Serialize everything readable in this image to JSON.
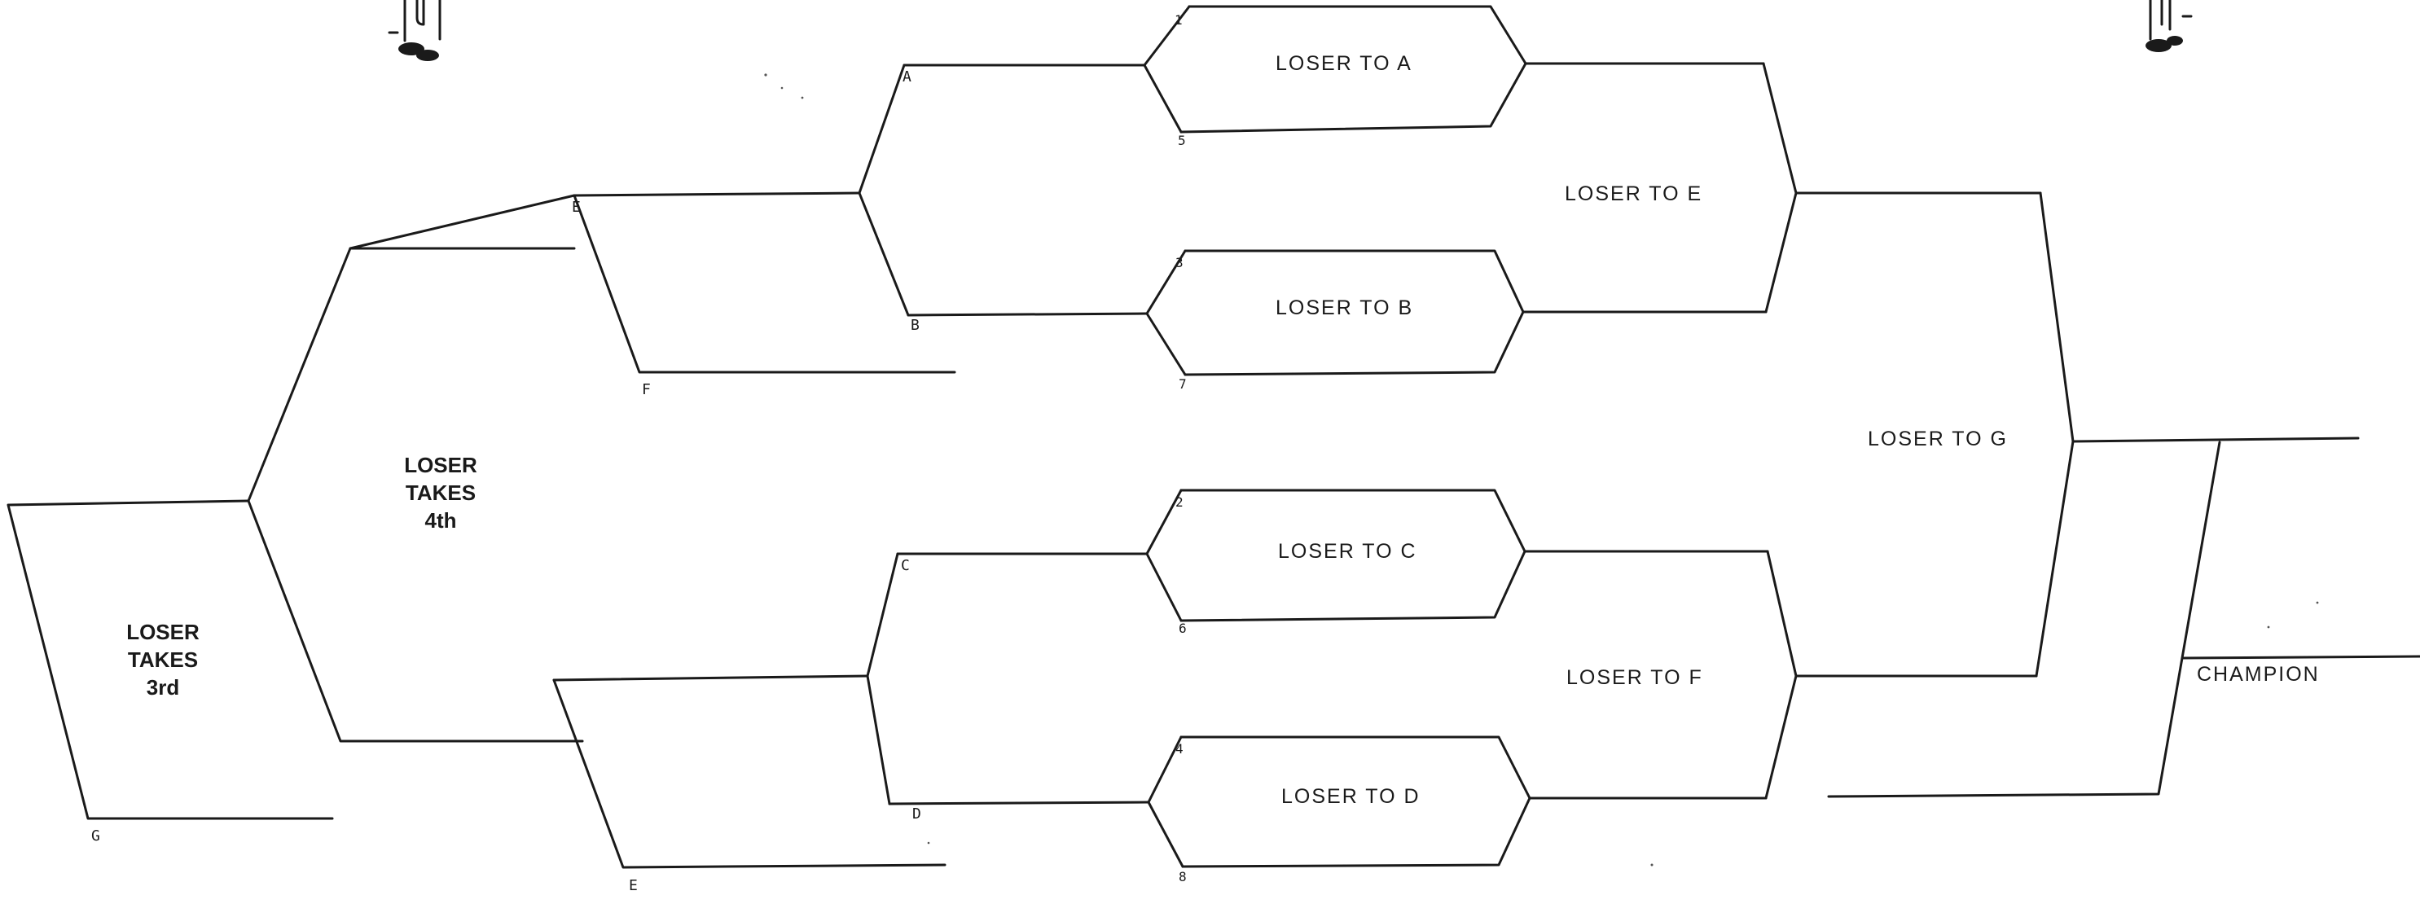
{
  "seeds": [
    "1",
    "5",
    "3",
    "7",
    "2",
    "6",
    "4",
    "8"
  ],
  "slot_labels": {
    "a": "A",
    "b": "B",
    "c": "C",
    "d": "D",
    "e_top": "E",
    "e_bottom": "E",
    "f": "F",
    "g": "G"
  },
  "consolation": {
    "loser_to_a": "LOSER TO A",
    "loser_to_b": "LOSER TO B",
    "loser_to_c": "LOSER TO C",
    "loser_to_d": "LOSER TO D",
    "loser_to_e": "LOSER TO E",
    "loser_to_f": "LOSER TO F",
    "loser_to_g": "LOSER TO G"
  },
  "fourth_place": [
    "LOSER",
    "TAKES",
    "4th"
  ],
  "third_place": [
    "LOSER",
    "TAKES",
    "3rd"
  ],
  "champion_label": "CHAMPION"
}
